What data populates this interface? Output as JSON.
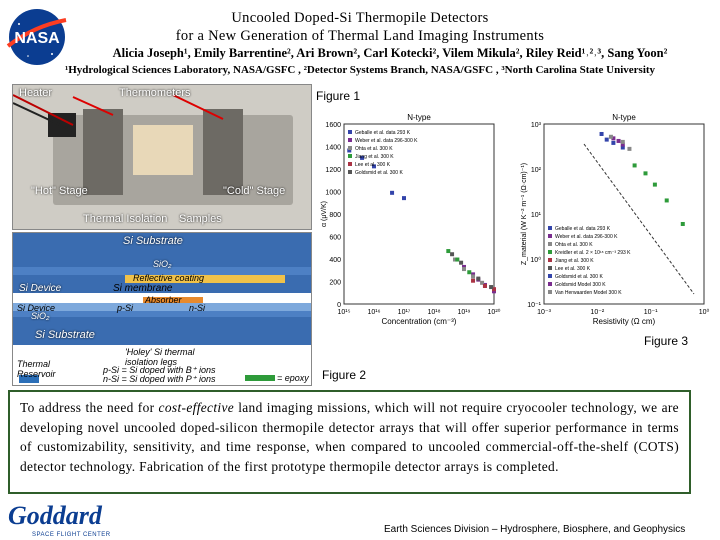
{
  "header": {
    "title_line1": "Uncooled Doped-Si Thermopile Detectors",
    "title_line2": "for a New Generation of Thermal Land Imaging Instruments",
    "authors": "Alicia Joseph¹, Emily Barrentine², Ari Brown², Carl Kotecki², Vilem Mikula², Riley Reid¹˒²˒³, Sang Yoon²",
    "affiliations": "¹Hydrological Sciences Laboratory, NASA/GSFC , ²Detector Systems Branch, NASA/GSFC , ³North Carolina State University",
    "logo_text": "NASA"
  },
  "figure1": {
    "label": "Figure 1",
    "heater": "Heater",
    "thermometers": "Thermometers",
    "hot_stage": "\"Hot\" Stage",
    "cold_stage": "\"Cold\" Stage",
    "thermal_isolation": "Thermal Isolation",
    "samples": "Samples"
  },
  "figure2": {
    "label": "Figure 2",
    "si_substrate_top": "Si Substrate",
    "sio2_top": "SiO₂",
    "reflective_coating": "Reflective coating",
    "si_device": "Si Device",
    "si_membrane": "Si membrane",
    "absorber": "Absorber",
    "si_device2": "Si Device",
    "p_si": "p-Si",
    "n_si": "n-Si",
    "sio2_bottom": "SiO₂",
    "si_substrate_bottom": "Si Substrate",
    "holey_label": "'Holey' Si thermal isolation legs",
    "thermal_reservoir": "Thermal Reservoir",
    "legend_p": "p-Si = Si doped with B⁺ ions",
    "legend_n": "n-Si = Si doped with P⁺ ions",
    "legend_epoxy": "= epoxy"
  },
  "figure3": {
    "label": "Figure 3",
    "chart_data": [
      {
        "type": "scatter",
        "title": "N-type",
        "xlabel": "Concentration (cm⁻³)",
        "ylabel": "α (μV/K)",
        "yticks": [
          "1600",
          "1400",
          "1200",
          "1000",
          "800",
          "600",
          "400",
          "200",
          "0"
        ],
        "xticks": [
          "10¹⁵",
          "10¹⁶",
          "10¹⁷",
          "10¹⁸",
          "10¹⁹",
          "10²⁰"
        ],
        "legend": [
          "Geballe et al. data 293 K",
          "Weber et al. data 296-300 K",
          "Ohta et al. 300 K",
          "Jiang et al. 300 K",
          "Lee et al. 300 K",
          "Goldsmid et al. 300 K"
        ],
        "legend_position": "top-left",
        "series": [
          {
            "x": [
              1500000000000000.0,
              4000000000000000.0,
              1e+16,
              4e+16,
              1e+17
            ],
            "y": [
              1450,
              1380,
              1300,
              1050,
              1000
            ]
          },
          {
            "x": [
              1e+19,
              2e+19,
              3e+19,
              5e+19,
              1e+20
            ],
            "y": [
              350,
              280,
              230,
              180,
              120
            ]
          },
          {
            "x": [
              5e+18,
              1e+19,
              2e+19,
              4e+19
            ],
            "y": [
              420,
              330,
              260,
              200
            ]
          },
          {
            "x": [
              3e+18,
              6e+18,
              1.5e+19
            ],
            "y": [
              500,
              420,
              300
            ]
          },
          {
            "x": [
              2e+19,
              5e+19,
              1e+20
            ],
            "y": [
              220,
              170,
              140
            ]
          },
          {
            "x": [
              4e+18,
              8e+18,
              3e+19,
              8e+19
            ],
            "y": [
              470,
              390,
              240,
              160
            ]
          }
        ]
      },
      {
        "type": "scatter",
        "title": "N-type",
        "xlabel": "Resistivity (Ω cm)",
        "ylabel": "Z_material (W K⁻² m⁻¹ (Ω·cm)⁻¹)",
        "yticks": [
          "10³",
          "10²",
          "10¹",
          "10⁰",
          "10⁻¹"
        ],
        "xticks": [
          "10⁻³",
          "10⁻²",
          "10⁻¹",
          "10⁰"
        ],
        "legend": [
          "Geballe et al. data 293 K",
          "Weber et al. data 296-300 K",
          "Ohta et al. 300 K",
          "Kreidler et al. 2 × 10¹⁸ cm⁻³ 293 K",
          "Jiang et al. 300 K",
          "Lee et al. 300 K",
          "Goldsmid et al. 300 K",
          "Goldsmid Model 300 K",
          "Van Herwaarden Model 300 K"
        ],
        "legend_position": "bottom-left",
        "series": [
          {
            "x": [
              0.012,
              0.015,
              0.02,
              0.03
            ],
            "y": [
              600,
              450,
              380,
              300
            ]
          },
          {
            "x": [
              0.02,
              0.025,
              0.03
            ],
            "y": [
              480,
              420,
              350
            ]
          },
          {
            "x": [
              0.018,
              0.03,
              0.04
            ],
            "y": [
              520,
              400,
              280
            ]
          },
          {
            "x": [
              0.05,
              0.08,
              0.12,
              0.2,
              0.4
            ],
            "y": [
              120,
              80,
              45,
              20,
              6
            ]
          }
        ]
      }
    ]
  },
  "abstract": {
    "before_em": "To address the need for ",
    "em": "cost-effective",
    "after_em": " land imaging missions, which will not require cryocooler technology, we are developing novel uncooled doped-silicon thermopile detector arrays that will offer superior performance in terms of customizability, sensitivity, and time response, when compared to uncooled commercial-off-the-shelf (COTS) detector technology. Fabrication of the first prototype thermopile detector arrays is completed."
  },
  "footer": {
    "goddard": "Goddard",
    "goddard_sub": "SPACE FLIGHT CENTER",
    "division": "Earth Sciences Division – Hydrosphere, Biosphere, and Geophysics"
  },
  "colors": {
    "nasa_blue": "#0b3d91",
    "nasa_red": "#fc3d21",
    "abstract_border": "#2f5e2a",
    "diagram_blue": "#3a6cb0"
  }
}
